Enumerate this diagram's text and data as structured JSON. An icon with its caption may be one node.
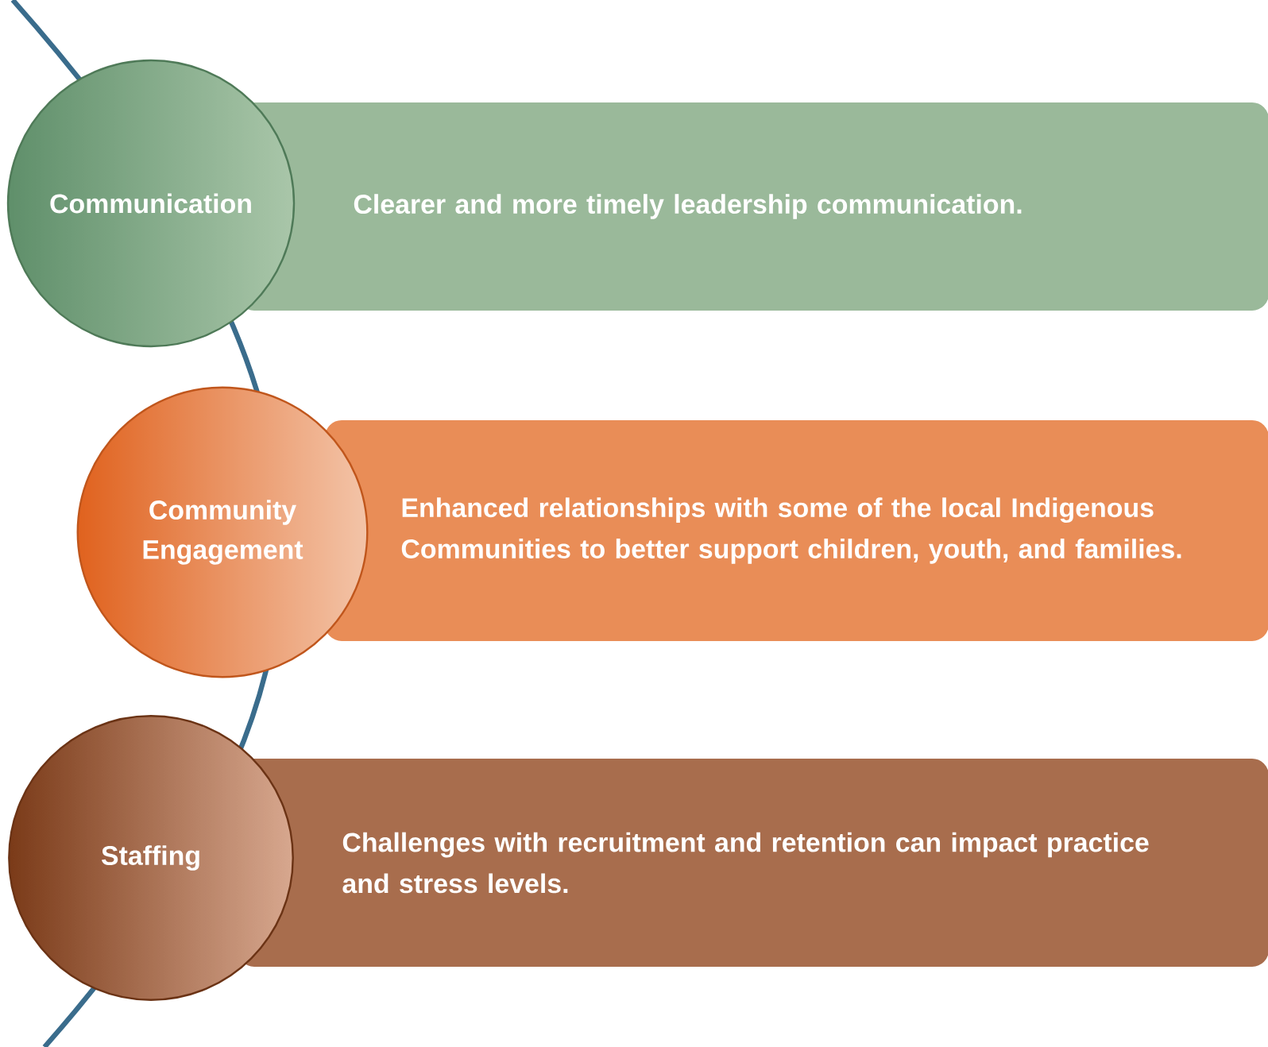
{
  "diagram": {
    "nodes": [
      {
        "text": [
          "Communication"
        ]
      },
      {
        "text": [
          "Clearer and more timely leadership communication."
        ]
      },
      {
        "text": [
          "Community Engagement"
        ]
      },
      {
        "text": [
          "Enhanced relationships with some of the local Indigenous Communities to better support children, youth, and families."
        ]
      },
      {
        "text": [
          "Staffing"
        ]
      },
      {
        "text": [
          "Challenges with recruitment and retention can impact practice and stress levels."
        ]
      }
    ]
  }
}
